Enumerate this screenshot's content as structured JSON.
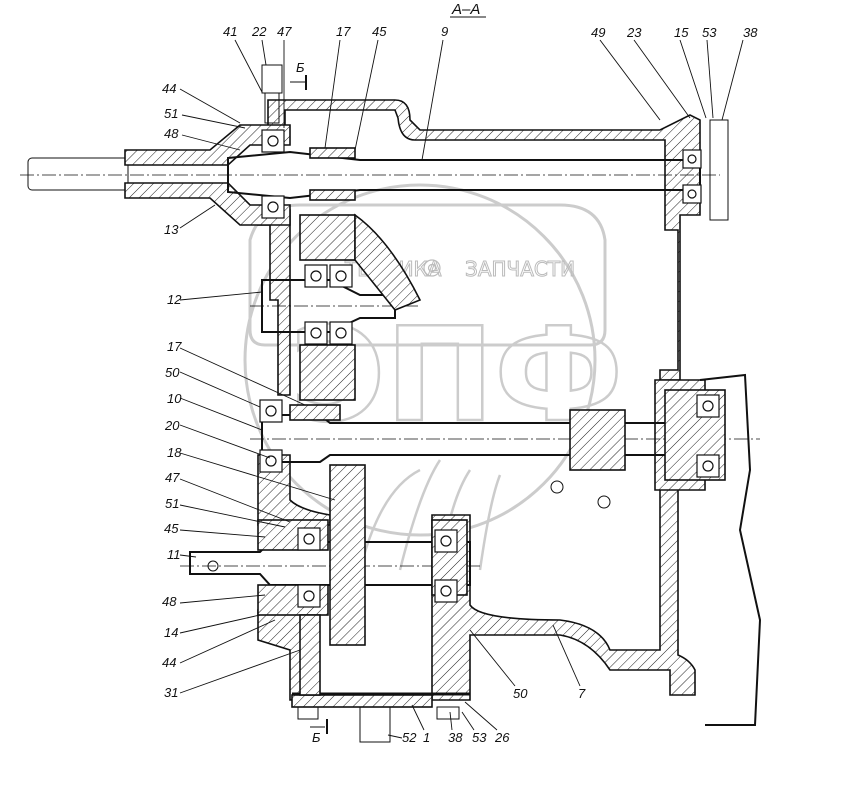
{
  "drawing": {
    "section_title": "А–А",
    "section_marker": "Б",
    "watermark": {
      "text_left": "ТЕХНИКА",
      "text_right": "ЗАПЧАСТИ",
      "logo": "ЭПФ",
      "icon": "gear-icon"
    },
    "callouts": {
      "top": [
        "41",
        "22",
        "47",
        "17",
        "45",
        "9",
        "49",
        "23",
        "15",
        "53",
        "38"
      ],
      "left": [
        "44",
        "51",
        "48",
        "13",
        "12",
        "17",
        "50",
        "10",
        "20",
        "18",
        "47",
        "51",
        "45",
        "11",
        "48",
        "14",
        "44",
        "31"
      ],
      "bottom": [
        "52",
        "1",
        "38",
        "53",
        "26",
        "50",
        "7"
      ]
    }
  }
}
